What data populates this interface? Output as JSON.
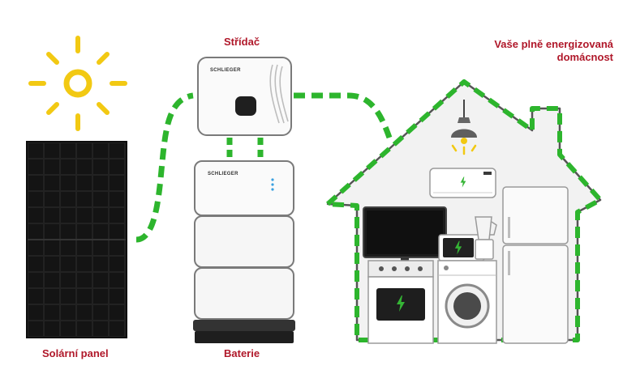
{
  "labels": {
    "inverter": "Střídač",
    "solar_panel": "Solární panel",
    "battery": "Baterie",
    "home": "Vaše plně energizovaná domácnost"
  },
  "brand": {
    "inverter_logo": "SCHLIEGER",
    "battery_logo": "SCHLIEGER"
  },
  "colors": {
    "label_red": "#b0182a",
    "flow_green": "#2db52d",
    "sun_yellow": "#f2c913",
    "bolt_green": "#35b535",
    "panel_dark": "#1a1a1a",
    "house_outline": "#555555"
  },
  "icons": {
    "sun": "sun-icon",
    "bolt": "lightning-bolt-icon",
    "lamp": "ceiling-lamp-icon"
  }
}
